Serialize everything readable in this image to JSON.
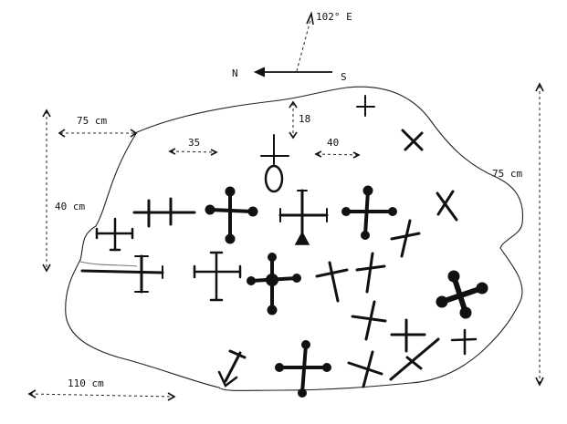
{
  "compass": {
    "bearing_label": "102° E",
    "north_label": "N",
    "south_label": "S"
  },
  "measurements": {
    "top_width": "75 cm",
    "left_height": "40 cm",
    "right_height": "75 cm",
    "bottom_width": "110 cm",
    "spacing_left": "35",
    "spacing_right": "40",
    "top_gap": "18"
  }
}
